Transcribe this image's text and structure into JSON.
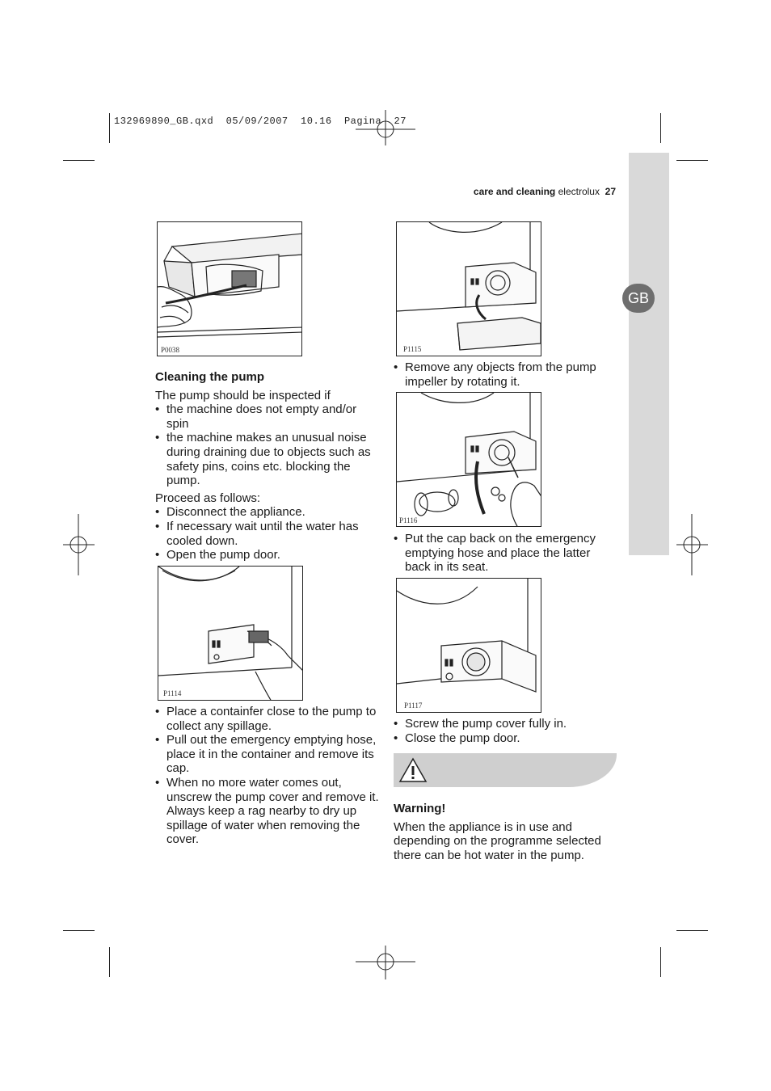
{
  "slug": "132969890_GB.qxd  05/09/2007  10.16  Pagina  27",
  "header": {
    "section": "care and cleaning",
    "brand": "electrolux",
    "page": "27"
  },
  "tab": {
    "label": "GB"
  },
  "figures": {
    "f1": "P0038",
    "f2": "P1114",
    "f3": "P1115",
    "f4": "P1116",
    "f5": "P1117"
  },
  "left": {
    "title": "Cleaning the pump",
    "intro": "The pump should be inspected if",
    "conditions": [
      "the machine does not empty and/or spin",
      "the machine makes an unusual noise during draining due to objects such as safety pins, coins etc. blocking the pump."
    ],
    "proceed": "Proceed as follows:",
    "steps1": [
      "Disconnect the appliance.",
      "If necessary wait until the water has cooled down.",
      "Open the pump door."
    ],
    "steps2": [
      "Place a containfer close to the pump to collect any spillage.",
      "Pull out the emergency emptying hose, place it in the container and remove its cap.",
      "When no more water comes out, unscrew the pump cover and remove it. Always keep a rag nearby to dry up spillage of water when removing the cover."
    ]
  },
  "right": {
    "step_a": "Remove any objects from the pump impeller by rotating it.",
    "step_b": "Put the cap back on the emergency emptying hose and place the latter back in its seat.",
    "steps_c": [
      "Screw the pump cover fully in.",
      "Close the pump door."
    ],
    "warning_title": "Warning!",
    "warning_text": "When the appliance is in use and depending on the programme selected there can be hot water in the pump."
  }
}
